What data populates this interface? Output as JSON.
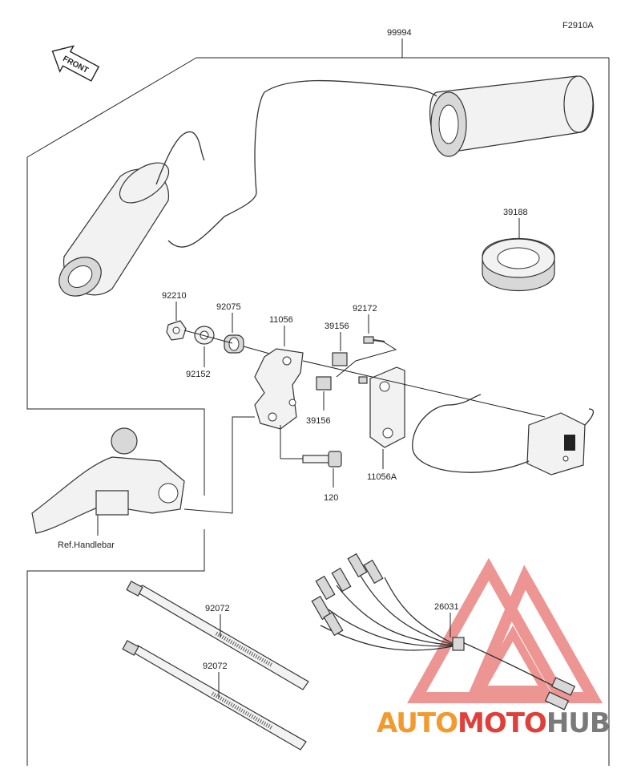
{
  "figure_id": "F2910A",
  "front_label": "FRONT",
  "parts": {
    "kit": "99994",
    "spacer": "39188",
    "collar_nut": "92210",
    "washer": "92152",
    "grommet": "92075",
    "bracket": "11056",
    "pad_upper": "39156",
    "pad_lower": "39156",
    "screw": "92172",
    "bracket_a": "11056A",
    "bolt": "120",
    "harness": "26031",
    "band_upper": "92072",
    "band_lower": "92072"
  },
  "ref_handlebar": "Ref.Handlebar",
  "watermark": {
    "part1": "AUTO",
    "part2": "MOTO",
    "part3": "HUB"
  },
  "colors": {
    "watermark_orange": "#f29a2e",
    "watermark_red": "#e0403a",
    "watermark_gray": "#7a7a7a"
  }
}
